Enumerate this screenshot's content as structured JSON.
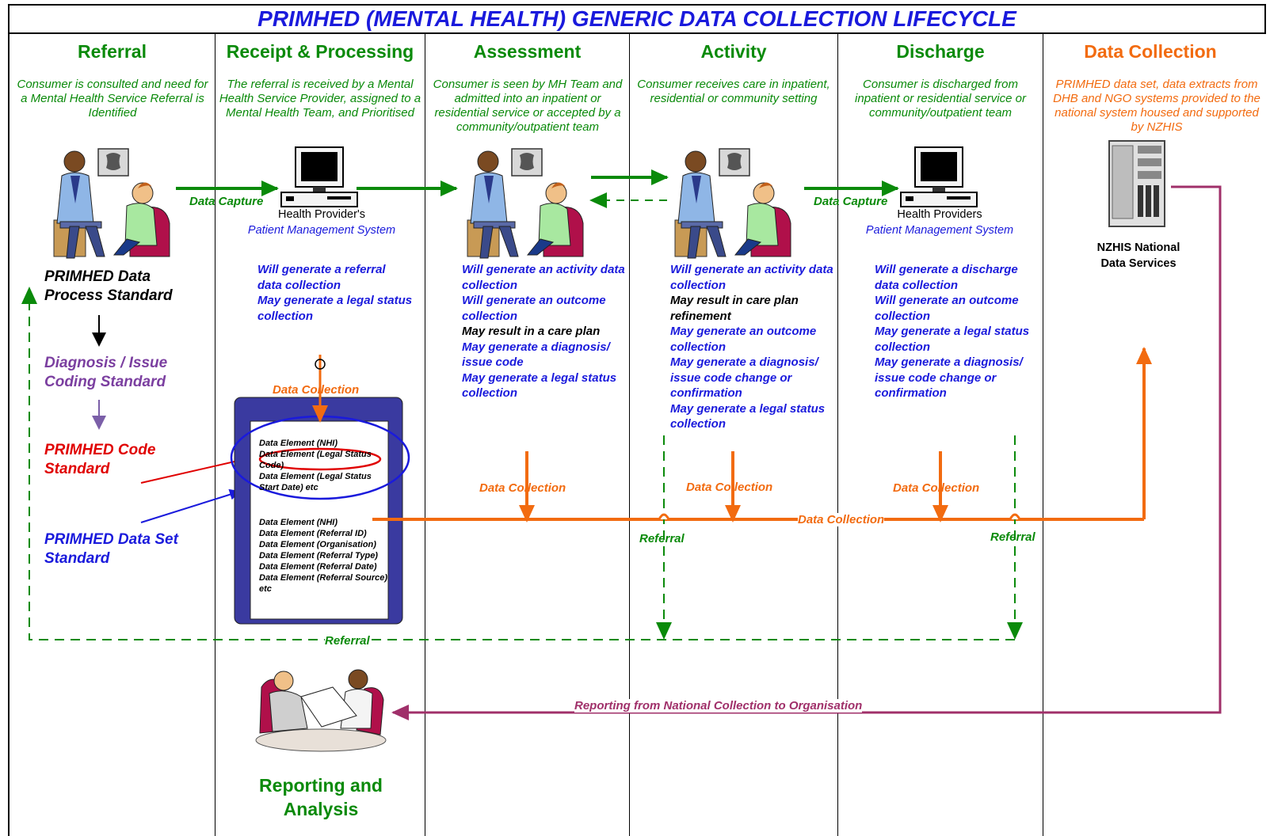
{
  "title": "PRIMHED (MENTAL HEALTH)  GENERIC DATA COLLECTION LIFECYCLE",
  "columns": [
    {
      "heading": "Referral",
      "desc": "Consumer is consulted and need for a Mental Health Service Referral is Identified"
    },
    {
      "heading": "Receipt & Processing",
      "desc": "The referral is received by a Mental Health Service Provider, assigned to a Mental Health Team, and Prioritised"
    },
    {
      "heading": "Assessment",
      "desc": "Consumer is seen by MH Team and admitted into an inpatient or residential service or accepted by a community/outpatient team"
    },
    {
      "heading": "Activity",
      "desc": "Consumer receives care in inpatient, residential or community setting"
    },
    {
      "heading": "Discharge",
      "desc": "Consumer is discharged from inpatient or residential service or community/outpatient team"
    },
    {
      "heading": "Data Collection",
      "desc": "PRIMHED data set, data extracts from DHB and NGO systems provided to the national system housed and supported by NZHIS"
    }
  ],
  "systems": {
    "provider1_line1": "Health Provider's",
    "provider1_line2": "Patient Management System",
    "provider2_line1": "Health Providers",
    "provider2_line2": "Patient Management System",
    "nzhis": "NZHIS National Data  Services"
  },
  "labels": {
    "data_capture_1": "Data Capture",
    "data_capture_2": "Data Capture",
    "data_collection_doc": "Data Collection",
    "data_collection_assess": "Data Collection",
    "data_collection_activity": "Data Collection",
    "data_collection_discharge": "Data Collection",
    "data_collection_line": "Data Collection",
    "referral_activity": "Referral",
    "referral_discharge": "Referral",
    "referral_bottom": "Referral",
    "reporting_line": "Reporting from National Collection to Organisation"
  },
  "standards": {
    "process": "PRIMHED Data Process Standard",
    "diagnosis": "Diagnosis / Issue Coding Standard",
    "code": "PRIMHED Code Standard",
    "dataset": "PRIMHED Data Set Standard"
  },
  "receipt_list": [
    "Will generate a referral data collection",
    "May generate a legal status collection"
  ],
  "assessment_list": [
    {
      "text": "Will generate an activity data collection",
      "style": "blue"
    },
    {
      "text": "Will generate an outcome collection",
      "style": "blue"
    },
    {
      "text": "May result in a care plan",
      "style": "black"
    },
    {
      "text": "May generate a diagnosis/ issue code",
      "style": "blue"
    },
    {
      "text": "May generate a legal status collection",
      "style": "blue"
    }
  ],
  "activity_list": [
    {
      "text": "Will generate an activity data collection",
      "style": "blue"
    },
    {
      "text": "May result in care plan refinement",
      "style": "black"
    },
    {
      "text": "May generate an outcome collection",
      "style": "blue"
    },
    {
      "text": "May generate a diagnosis/ issue code change or confirmation",
      "style": "blue"
    },
    {
      "text": "May generate a legal status collection",
      "style": "blue"
    }
  ],
  "discharge_list": [
    {
      "text": "Will generate a discharge data collection",
      "style": "blue"
    },
    {
      "text": "Will generate an outcome collection",
      "style": "blue"
    },
    {
      "text": "May generate a legal status collection",
      "style": "blue"
    },
    {
      "text": "May generate a diagnosis/ issue code change or confirmation",
      "style": "blue"
    }
  ],
  "doc_upper": [
    "Data Element  (NHI)",
    "Data Element  (Legal Status Code)",
    "Data Element  (Legal Status Start Date) etc"
  ],
  "doc_lower": [
    "Data Element  (NHI)",
    "Data Element  (Referral ID)",
    "Data Element  (Organisation)",
    "Data Element  (Referral Type)",
    "Data Element  (Referral Date)",
    "Data Element  (Referral Source) etc"
  ],
  "reporting": "Reporting and Analysis",
  "colors": {
    "title_blue": "#1a1adc",
    "green": "#0a8a0a",
    "orange": "#f26b10",
    "purple": "#7b3fa0",
    "red": "#e00000",
    "maroon": "#a0306a",
    "doc_navy": "#3a3aa0"
  }
}
